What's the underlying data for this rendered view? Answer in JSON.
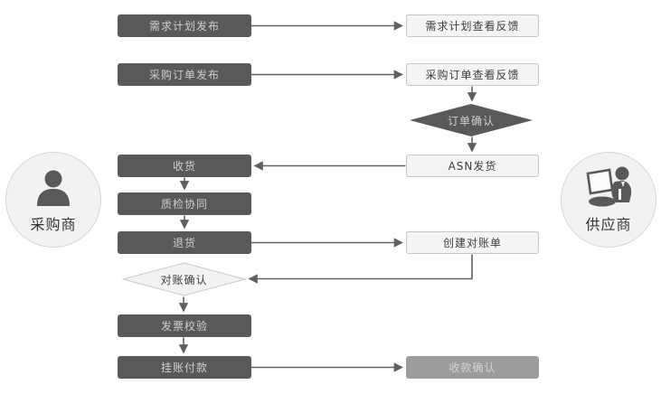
{
  "actors": {
    "buyer": {
      "label": "采购商"
    },
    "supplier": {
      "label": "供应商"
    }
  },
  "nodes": {
    "demand_plan_publish": "需求计划发布",
    "po_publish": "采购订单发布",
    "receive_goods": "收货",
    "quality_collab": "质检协同",
    "return_goods": "退货",
    "recon_confirm": "对账确认",
    "invoice_check": "发票校验",
    "book_payment": "挂账付款",
    "demand_plan_feedback": "需求计划查看反馈",
    "po_feedback": "采购订单查看反馈",
    "order_confirm": "订单确认",
    "asn_ship": "ASN发货",
    "create_recon": "创建对账单",
    "receipt_confirm": "收款确认"
  },
  "colors": {
    "node_dark": "#595959",
    "node_dark_text": "#cfcfcf",
    "node_light_bg": "#f4f4f4",
    "node_light_border": "#c6c6c6",
    "node_light_text": "#3d3d3d",
    "node_disabled": "#9c9c9c",
    "connector": "#606060",
    "actor_bg": "#f2f2f2",
    "actor_border": "#d6d6d6",
    "icon": "#595959"
  }
}
